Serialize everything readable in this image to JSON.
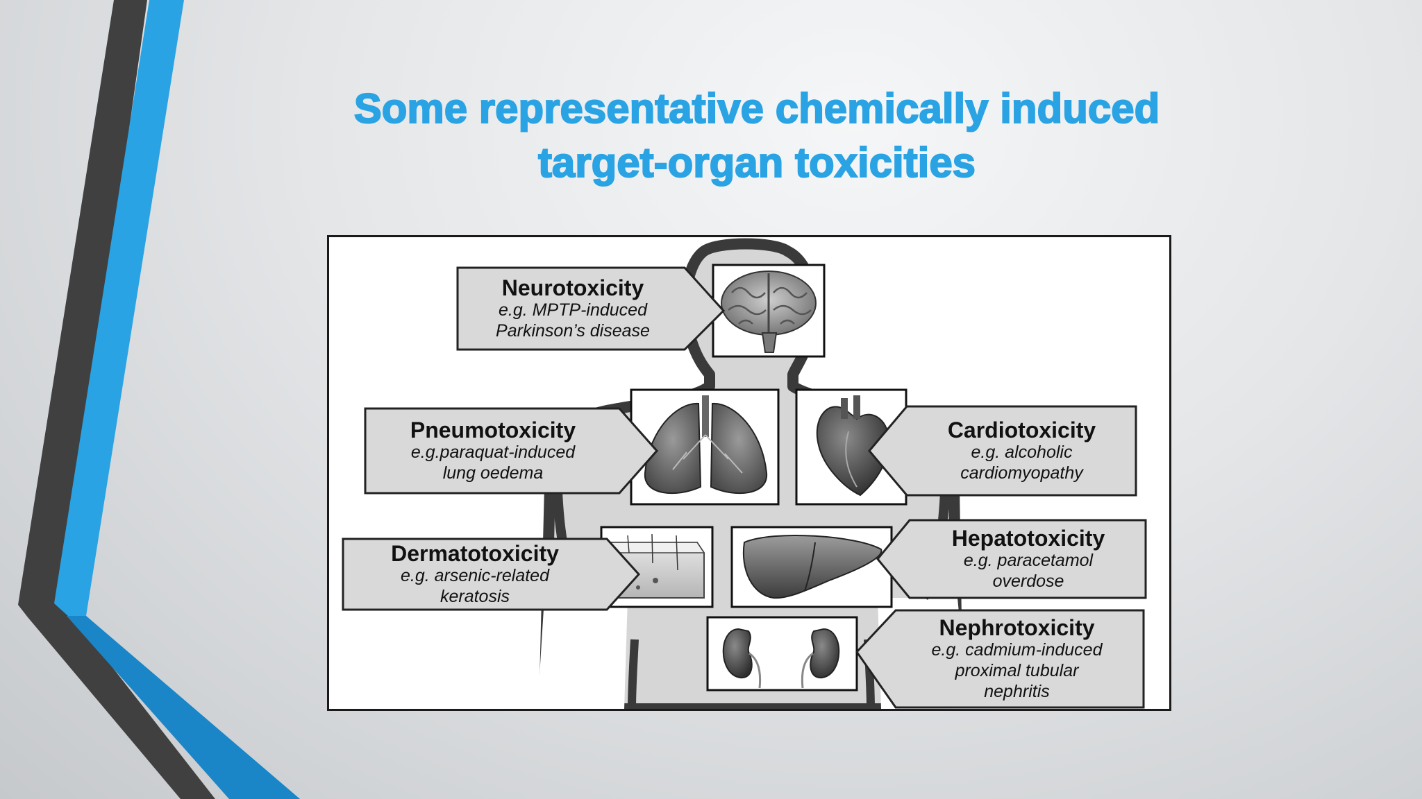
{
  "slide": {
    "title_line1": "Some representative chemically induced",
    "title_line2": "target-organ toxicities",
    "accent_color": "#29a3e3",
    "dark_stripe_color": "#404040"
  },
  "figure": {
    "callouts": [
      {
        "name": "Neurotoxicity",
        "example_lines": [
          "e.g. MPTP-induced",
          "Parkinson’s disease"
        ],
        "organ_icon": "brain-icon"
      },
      {
        "name": "Pneumotoxicity",
        "example_lines": [
          "e.g.paraquat-induced",
          "lung oedema"
        ],
        "organ_icon": "lungs-icon"
      },
      {
        "name": "Cardiotoxicity",
        "example_lines": [
          "e.g. alcoholic",
          "cardiomyopathy"
        ],
        "organ_icon": "heart-icon"
      },
      {
        "name": "Dermatotoxicity",
        "example_lines": [
          "e.g. arsenic-related",
          "keratosis"
        ],
        "organ_icon": "skin-icon"
      },
      {
        "name": "Hepatotoxicity",
        "example_lines": [
          "e.g. paracetamol",
          "overdose"
        ],
        "organ_icon": "liver-icon"
      },
      {
        "name": "Nephrotoxicity",
        "example_lines": [
          "e.g. cadmium-induced",
          "proximal tubular",
          "nephritis"
        ],
        "organ_icon": "kidneys-icon"
      }
    ]
  }
}
